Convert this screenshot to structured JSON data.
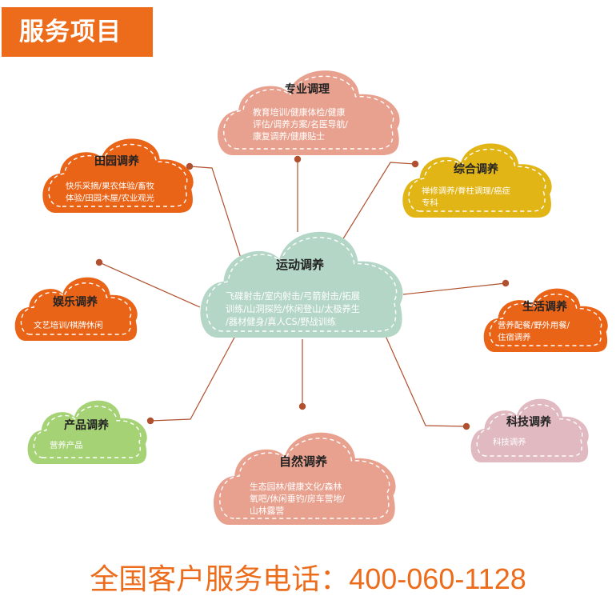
{
  "header": {
    "title": "服务项目"
  },
  "center": {
    "title": "运动调养",
    "lines": [
      "飞碟射击/室内射击/弓箭射击/拓展",
      "训练/山洞探险/休闲登山/太极养生",
      "/器材健身/真人CS/野战训练"
    ],
    "color": "#b4d6c6"
  },
  "nodes": [
    {
      "id": "pro",
      "title": "专业调理",
      "lines": [
        "教育培训/健康体检/健康",
        "评估/调养方案/名医导航/",
        "康复调养/健康贴士"
      ],
      "color": "#e9a18f"
    },
    {
      "id": "garden",
      "title": "田园调养",
      "lines": [
        "快乐采摘/果农体验/畜牧",
        "体验/田园木屋/农业观光"
      ],
      "color": "#ea6418"
    },
    {
      "id": "compre",
      "title": "综合调养",
      "lines": [
        "禅修调养/脊柱调理/癌症",
        "专科"
      ],
      "color": "#e2b516"
    },
    {
      "id": "ent",
      "title": "娱乐调养",
      "lines": [
        "文艺培训/棋牌休闲"
      ],
      "color": "#ea6418"
    },
    {
      "id": "life",
      "title": "生活调养",
      "lines": [
        "营养配餐/野外用餐/",
        "住宿调养"
      ],
      "color": "#ea6418"
    },
    {
      "id": "product",
      "title": "产品调养",
      "lines": [
        "营养产品"
      ],
      "color": "#a6d276"
    },
    {
      "id": "tech",
      "title": "科技调养",
      "lines": [
        "科技调养"
      ],
      "color": "#e0b9c1"
    },
    {
      "id": "nature",
      "title": "自然调养",
      "lines": [
        "生态园林/健康文化/森林",
        "氧吧/休闲垂钓/房车营地/",
        "山林露营"
      ],
      "color": "#e9a18f"
    }
  ],
  "connector_color": "#b0502e",
  "footer": {
    "label": "全国客户服务电话：",
    "phone": "400-060-1128"
  }
}
